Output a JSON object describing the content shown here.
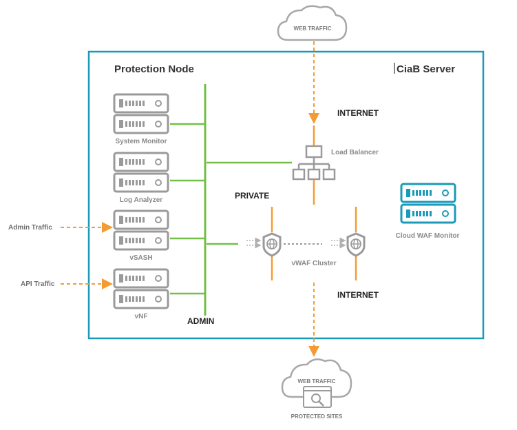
{
  "colors": {
    "frame": "#1a9ab8",
    "admin_bus": "#72bf44",
    "net_dark": "#1b3a5c",
    "net_green": "#72bf44",
    "orange": "#f39c34",
    "gray_icon": "#9a9a9a",
    "teal_icon": "#1a9ab8"
  },
  "icons": {
    "server": "server-stack-icon",
    "cloud": "cloud-icon",
    "load_balancer": "hierarchy-icon",
    "waf": "shield-globe-icon",
    "protected_site": "browser-magnifier-icon"
  },
  "labels": {
    "protection_node": "Protection Node",
    "ciab_server": "CiaB Server",
    "web_traffic_top": "WEB TRAFFIC",
    "web_traffic_bottom": "WEB TRAFFIC",
    "protected_sites": "PROTECTED SITES",
    "internet_top": "INTERNET",
    "internet_bottom": "INTERNET",
    "private": "PRIVATE",
    "admin": "ADMIN",
    "load_balancer": "Load Balancer",
    "vwaf_cluster": "vWAF Cluster",
    "cloud_waf_monitor": "Cloud WAF Monitor",
    "system_monitor": "System Monitor",
    "log_analyzer": "Log Analyzer",
    "vsash": "vSASH",
    "vnf": "vNF",
    "admin_traffic": "Admin Traffic",
    "api_traffic": "API Traffic"
  }
}
